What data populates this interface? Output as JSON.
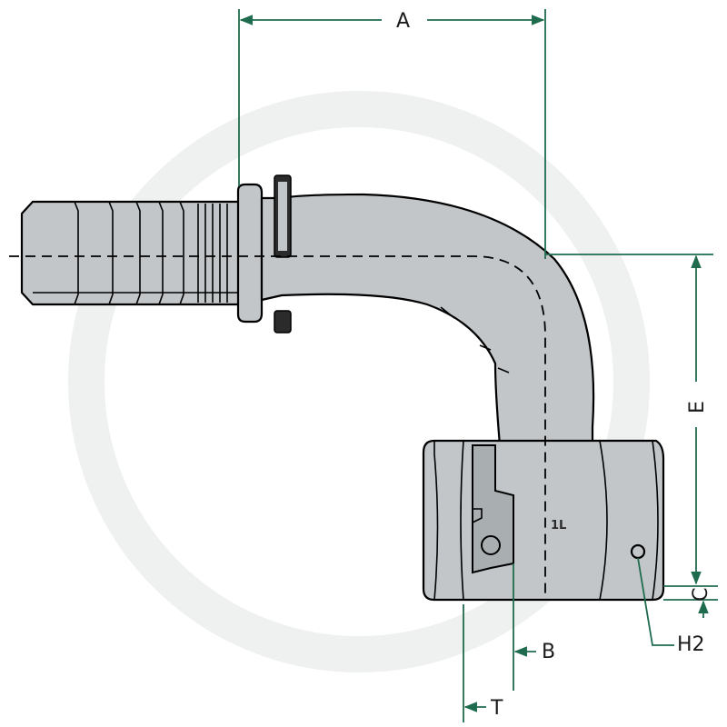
{
  "labels": {
    "A": "A",
    "E": "E",
    "C": "C",
    "H2": "H2",
    "B": "B",
    "T": "T"
  },
  "nut_marking": "1L",
  "colors": {
    "part_fill": "#c2c6c9",
    "dimension_line": "#1f6b4d",
    "outline": "#000000"
  }
}
